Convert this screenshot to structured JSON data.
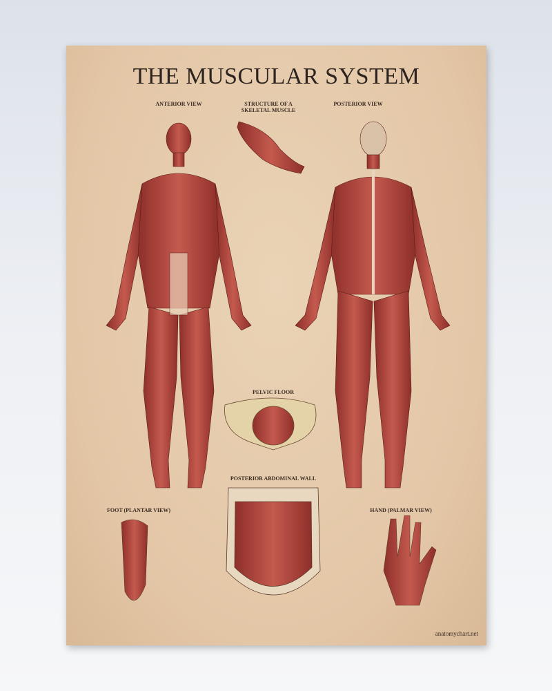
{
  "title": "THE MUSCULAR SYSTEM",
  "sections": {
    "anterior": "ANTERIOR VIEW",
    "structure": "STRUCTURE OF A SKELETAL MUSCLE",
    "posterior": "POSTERIOR VIEW",
    "pelvic": "PELVIC FLOOR",
    "abdominal": "POSTERIOR ABDOMINAL WALL",
    "foot": "FOOT (PLANTAR VIEW)",
    "hand": "HAND (PALMAR VIEW)"
  },
  "footer": "anatomychart.net",
  "colors": {
    "paper": "#e3c6a6",
    "muscle": "#a8423a",
    "ink": "#2d2420"
  }
}
